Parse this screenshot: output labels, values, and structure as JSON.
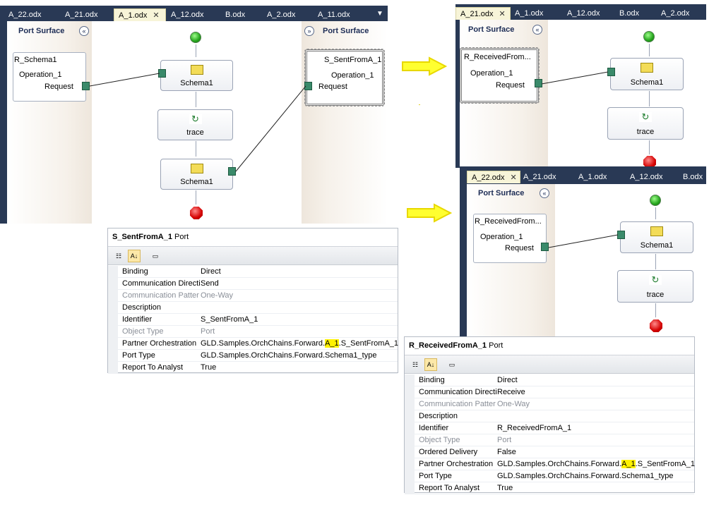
{
  "panel1": {
    "tabs": [
      "A_22.odx",
      "A_21.odx",
      "A_1.odx",
      "A_12.odx",
      "B.odx",
      "A_2.odx",
      "A_11.odx"
    ],
    "active_tab": "A_1.odx",
    "port_surface_left": "Port Surface",
    "port_surface_right": "Port Surface",
    "left_port": {
      "name": "R_Schema1",
      "operation": "Operation_1",
      "message": "Request"
    },
    "right_port": {
      "name": "S_SentFromA_1",
      "operation": "Operation_1",
      "message": "Request"
    },
    "shapes": [
      "Schema1",
      "trace",
      "Schema1"
    ]
  },
  "panel2": {
    "tabs": [
      "A_21.odx",
      "A_1.odx",
      "A_12.odx",
      "B.odx",
      "A_2.odx"
    ],
    "active_tab": "A_21.odx",
    "port_surface": "Port Surface",
    "port": {
      "name": "R_ReceivedFrom...",
      "operation": "Operation_1",
      "message": "Request"
    },
    "shapes": [
      "Schema1",
      "trace"
    ]
  },
  "panel3": {
    "tabs": [
      "A_22.odx",
      "A_21.odx",
      "A_1.odx",
      "A_12.odx",
      "B.odx"
    ],
    "active_tab": "A_22.odx",
    "port_surface": "Port Surface",
    "port": {
      "name": "R_ReceivedFrom...",
      "operation": "Operation_1",
      "message": "Request"
    },
    "shapes": [
      "Schema1",
      "trace"
    ]
  },
  "props1": {
    "object": "S_SentFromA_1",
    "kind": "Port",
    "rows": [
      {
        "name": "Binding",
        "value": "Direct",
        "disabled": false
      },
      {
        "name": "Communication Directi",
        "value": "Send",
        "disabled": false
      },
      {
        "name": "Communication Patter",
        "value": "One-Way",
        "disabled": true
      },
      {
        "name": "Description",
        "value": "",
        "disabled": false
      },
      {
        "name": "Identifier",
        "value": "S_SentFromA_1",
        "disabled": false
      },
      {
        "name": "Object Type",
        "value": "Port",
        "disabled": true
      },
      {
        "name": "Partner Orchestration",
        "value_pre": "GLD.Samples.OrchChains.Forward.",
        "value_hl": "A_1",
        "value_post": ".S_SentFromA_1",
        "disabled": false
      },
      {
        "name": "Port Type",
        "value": "GLD.Samples.OrchChains.Forward.Schema1_type",
        "disabled": false
      },
      {
        "name": "Report To Analyst",
        "value": "True",
        "disabled": false
      }
    ]
  },
  "props2": {
    "object": "R_ReceivedFromA_1",
    "kind": "Port",
    "rows": [
      {
        "name": "Binding",
        "value": "Direct",
        "disabled": false
      },
      {
        "name": "Communication Directi",
        "value": "Receive",
        "disabled": false
      },
      {
        "name": "Communication Patter",
        "value": "One-Way",
        "disabled": true
      },
      {
        "name": "Description",
        "value": "",
        "disabled": false
      },
      {
        "name": "Identifier",
        "value": "R_ReceivedFromA_1",
        "disabled": false
      },
      {
        "name": "Object Type",
        "value": "Port",
        "disabled": true
      },
      {
        "name": "Ordered Delivery",
        "value": "False",
        "disabled": false
      },
      {
        "name": "Partner Orchestration",
        "value_pre": "GLD.Samples.OrchChains.Forward.",
        "value_hl": "A_1",
        "value_post": ".S_SentFromA_1",
        "disabled": false
      },
      {
        "name": "Port Type",
        "value": "GLD.Samples.OrchChains.Forward.Schema1_type",
        "disabled": false
      },
      {
        "name": "Report To Analyst",
        "value": "True",
        "disabled": false
      }
    ]
  },
  "colors": {
    "tab_bar": "#293955",
    "active_tab": "#f7f4d8",
    "connector": "#3a8a6a",
    "arrow_yellow": "#ffff00",
    "highlight": "#fff200"
  }
}
